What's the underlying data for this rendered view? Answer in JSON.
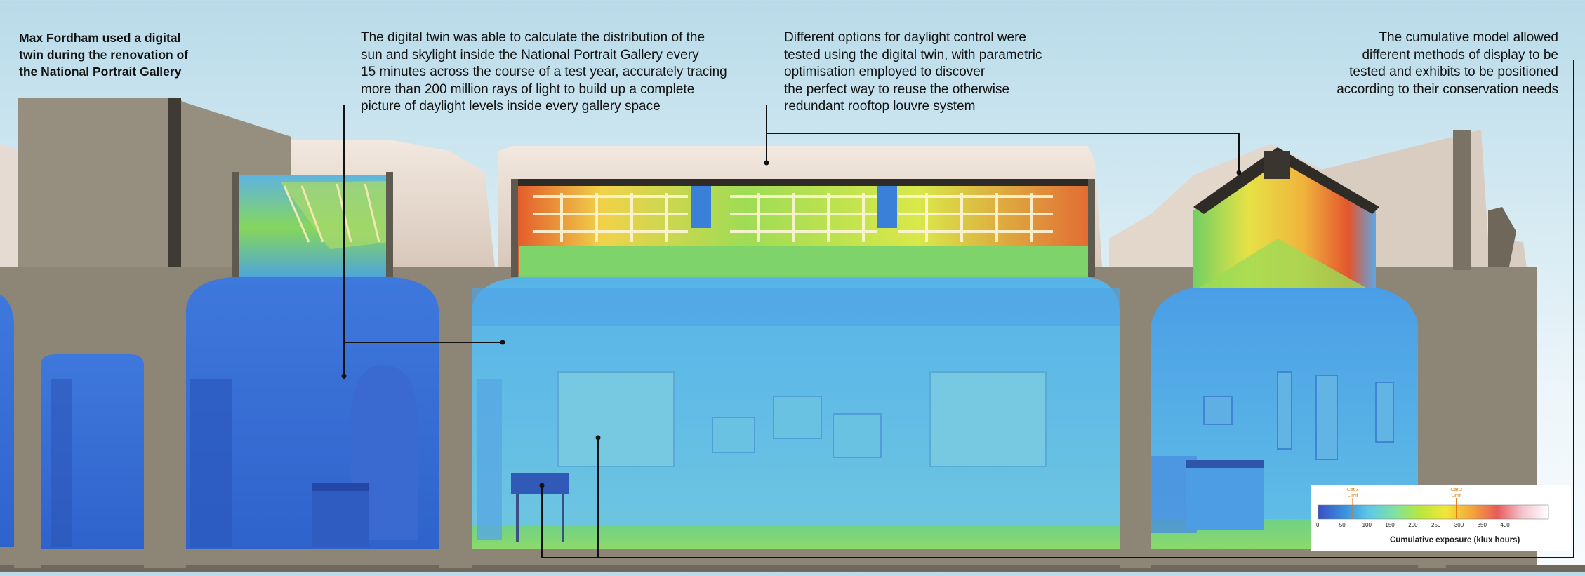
{
  "captions": {
    "c1": "Max Fordham used a digital\ntwin during the renovation of\nthe National Portrait Gallery",
    "c2": "The digital twin was able to calculate the distribution of the\nsun and skylight inside the National Portrait Gallery every\n15 minutes across the course of a test year, accurately tracing\nmore than 200 million rays of light to build up a complete\npicture of daylight levels inside every gallery space",
    "c3": "Different options for daylight control were\ntested using the digital twin, with parametric\noptimisation employed to discover\nthe perfect way to reuse the otherwise\nredundant rooftop louvre system",
    "c4": "The cumulative model allowed\ndifferent methods of display to be\ntested and exhibits to be positioned\naccording to their conservation needs"
  },
  "legend": {
    "title": "Cumulative exposure (klux hours)",
    "ticks": [
      "0",
      "50",
      "100",
      "150",
      "200",
      "250",
      "300",
      "350",
      "400"
    ],
    "tick_values": [
      0,
      50,
      100,
      150,
      200,
      250,
      300,
      350,
      400
    ],
    "scale_max": 500,
    "limits": [
      {
        "line1": "Cat 3",
        "line2": "Limit",
        "value": 75
      },
      {
        "line1": "Cat 2",
        "line2": "Limit",
        "value": 300
      }
    ],
    "gradient_colors": [
      "#3a4fc4",
      "#3a8fe0",
      "#5fc9e8",
      "#7fe2a0",
      "#b9e83c",
      "#f4e53a",
      "#f5a53a",
      "#e85b5b",
      "#f3c6cf",
      "#ffffff"
    ],
    "limit_color": "#e27a12"
  },
  "colors": {
    "sky_top": "#b9dbe9",
    "masonry": "#8e8677",
    "roof": "#e9ded4",
    "cool_blue": "#3a6fd8",
    "light_blue": "#5fb0e6",
    "skylight_green": "#8fd65a",
    "skylight_red": "#e0572e",
    "leader_line": "#111111"
  }
}
